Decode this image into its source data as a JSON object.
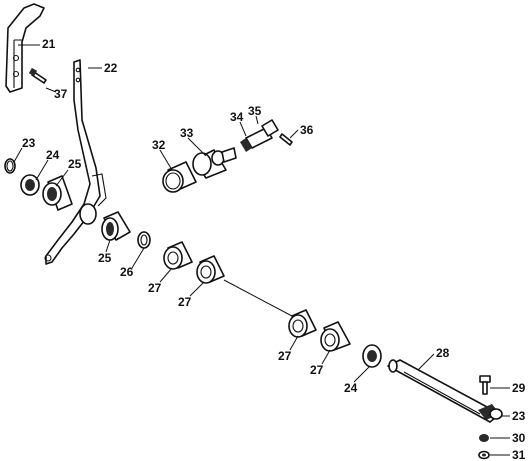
{
  "callouts": {
    "c21": "21",
    "c22": "22",
    "c37": "37",
    "c23a": "23",
    "c24a": "24",
    "c25a": "25",
    "c32": "32",
    "c33": "33",
    "c34": "34",
    "c35": "35",
    "c36": "36",
    "c25b": "25",
    "c26": "26",
    "c27a": "27",
    "c27b": "27",
    "c27c": "27",
    "c27d": "27",
    "c24b": "24",
    "c28": "28",
    "c29": "29",
    "c23b": "23",
    "c30": "30",
    "c31": "31"
  }
}
